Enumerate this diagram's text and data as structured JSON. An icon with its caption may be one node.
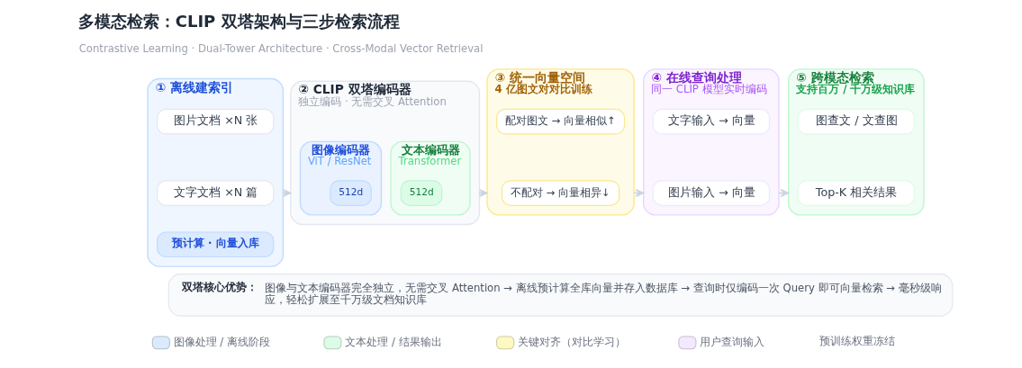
{
  "diagram": {
    "title": "多模态检索：CLIP 双塔架构与三步检索流程",
    "nodes": [
      {
        "text": [
          "① 离线建索引"
        ]
      },
      {
        "text": [
          "图片文档 ×N 张"
        ],
        "in": 0
      },
      {
        "text": [
          "文字文档 ×N 篇"
        ],
        "in": 0
      },
      {
        "text": [
          "预计算 · 向量入库"
        ],
        "in": 0
      },
      {
        "text": [
          "② CLIP 双塔编码器",
          "独立编码 · 无需交叉 Attention"
        ]
      },
      {
        "text": [
          "图像编码器",
          "ViT / ResNet"
        ],
        "in": 4
      },
      {
        "text": [
          "512d"
        ],
        "in": 5
      },
      {
        "text": [
          "文本编码器",
          "Transformer"
        ],
        "in": 4
      },
      {
        "text": [
          "512d"
        ],
        "in": 7
      },
      {
        "text": [
          "③ 统一向量空间",
          "4 亿图文对对比训练"
        ]
      },
      {
        "text": [
          "配对图文 → 向量相似↑"
        ],
        "in": 9
      },
      {
        "text": [
          "不配对 → 向量相异↓"
        ],
        "in": 9
      },
      {
        "text": [
          "④ 在线查询处理",
          "同一 CLIP 模型实时编码"
        ]
      },
      {
        "text": [
          "文字输入 → 向量"
        ],
        "in": 12
      },
      {
        "text": [
          "图片输入 → 向量"
        ],
        "in": 12
      },
      {
        "text": [
          "⑤ 跨模态检索",
          "支持百万 / 千万级知识库"
        ]
      },
      {
        "text": [
          "图查文 / 文查图"
        ],
        "in": 15
      },
      {
        "text": [
          "Top-K 相关结果"
        ],
        "in": 15
      },
      {
        "text": [
          "双塔核心优势：",
          "图像与文本编码器完全独立，无需交叉 Attention → 离线预计算全库向量并存入数据库 → 查询时仅编码一次 Query 即可向量检索 → 毫秒级响应，轻松扩展至千万级文档知识库"
        ]
      }
    ],
    "edges": [
      {
        "from": 0,
        "to": 4,
        "arrow": "to"
      },
      {
        "from": 4,
        "to": 9,
        "arrow": "to"
      },
      {
        "from": 9,
        "to": 12,
        "arrow": "to"
      },
      {
        "from": 12,
        "to": 15,
        "arrow": "to"
      }
    ],
    "labels": [
      "Contrastive Learning · Dual-Tower Architecture · Cross-Modal Vector Retrieval"
    ],
    "legend": [
      {
        "text": "图像处理 / 离线阶段",
        "color": "#dbeafe"
      },
      {
        "text": "文本处理 / 结果输出",
        "color": "#dcfce7"
      },
      {
        "text": "关键对齐（对比学习）",
        "color": "#fef9c3"
      },
      {
        "text": "用户查询输入",
        "color": "#f3e8ff"
      },
      {
        "text": "预训练权重冻结"
      }
    ]
  }
}
